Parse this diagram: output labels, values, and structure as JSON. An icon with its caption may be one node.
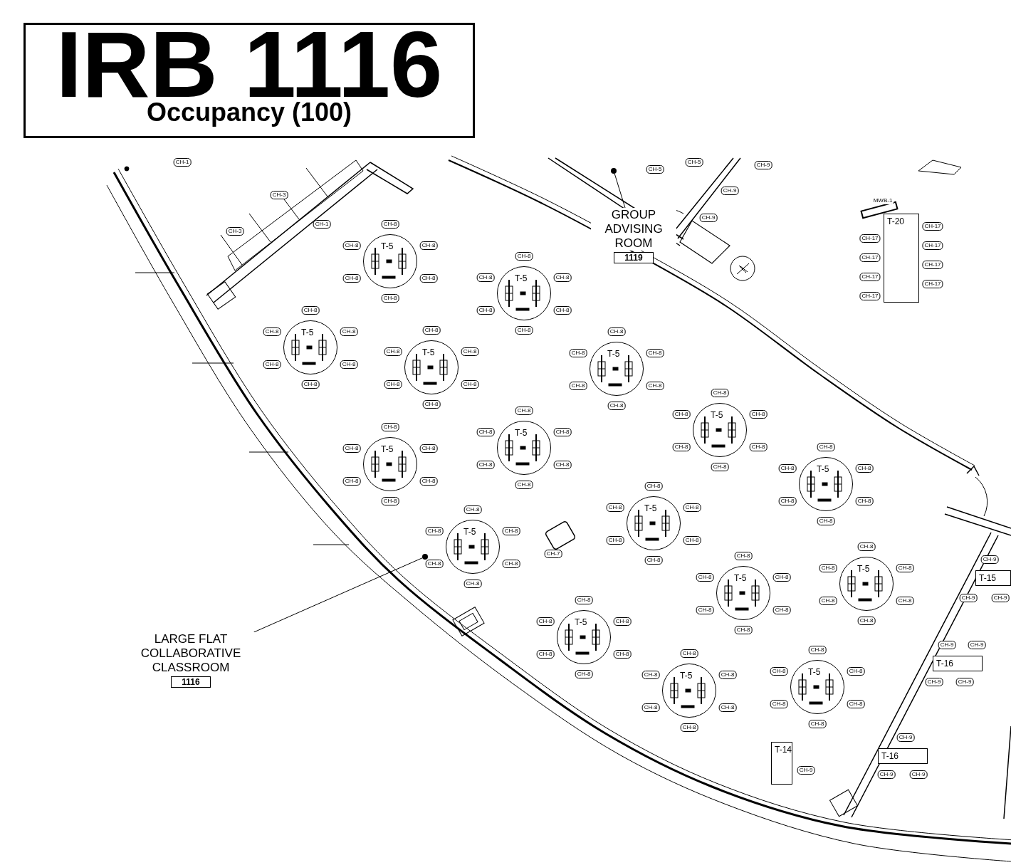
{
  "diagram": {
    "nodes": [
      {
        "text": [
          "IRB 1116",
          "Occupancy (100)"
        ]
      },
      {
        "text": [
          "GROUP ADVISING ROOM",
          "1119"
        ]
      },
      {
        "text": [],
        "shape": "circle"
      },
      {
        "text": [
          "LARGE FLAT COLLABORATIVE CLASSROOM",
          "1116"
        ]
      },
      {
        "text": [],
        "shape": "circle"
      },
      {
        "text": [
          "T-5"
        ],
        "beside": [
          "CH-8",
          "CH-8",
          "CH-8",
          "CH-8",
          "CH-8",
          "CH-8"
        ]
      },
      {
        "text": [
          "T-5"
        ],
        "beside": [
          "CH-8",
          "CH-8",
          "CH-8",
          "CH-8",
          "CH-8",
          "CH-8"
        ]
      },
      {
        "text": [
          "T-5"
        ],
        "beside": [
          "CH-8",
          "CH-8",
          "CH-8",
          "CH-8",
          "CH-8",
          "CH-8"
        ]
      },
      {
        "text": [
          "T-5"
        ],
        "beside": [
          "CH-8",
          "CH-8",
          "CH-8",
          "CH-8",
          "CH-8",
          "CH-8"
        ]
      },
      {
        "text": [
          "T-5"
        ],
        "beside": [
          "CH-8",
          "CH-8",
          "CH-8",
          "CH-8",
          "CH-8",
          "CH-8"
        ]
      },
      {
        "text": [
          "T-5"
        ],
        "beside": [
          "CH-8",
          "CH-8",
          "CH-8",
          "CH-8",
          "CH-8",
          "CH-8"
        ]
      },
      {
        "text": [
          "T-5"
        ],
        "beside": [
          "CH-8",
          "CH-8",
          "CH-8",
          "CH-8",
          "CH-8",
          "CH-8"
        ]
      },
      {
        "text": [
          "T-5"
        ],
        "beside": [
          "CH-8",
          "CH-8",
          "CH-8",
          "CH-8",
          "CH-8",
          "CH-8"
        ]
      },
      {
        "text": [
          "T-5"
        ],
        "beside": [
          "CH-8",
          "CH-8",
          "CH-8",
          "CH-8",
          "CH-8",
          "CH-8"
        ]
      },
      {
        "text": [
          "T-5"
        ],
        "beside": [
          "CH-8",
          "CH-8",
          "CH-8",
          "CH-8",
          "CH-8",
          "CH-8"
        ]
      },
      {
        "text": [
          "T-5"
        ],
        "beside": [
          "CH-8",
          "CH-8",
          "CH-8",
          "CH-8",
          "CH-8",
          "CH-8"
        ]
      },
      {
        "text": [
          "T-5"
        ],
        "beside": [
          "CH-8",
          "CH-8",
          "CH-8",
          "CH-8",
          "CH-8",
          "CH-8"
        ]
      },
      {
        "text": [
          "T-5"
        ],
        "beside": [
          "CH-8",
          "CH-8",
          "CH-8",
          "CH-8",
          "CH-8",
          "CH-8"
        ]
      },
      {
        "text": [
          "T-5"
        ],
        "beside": [
          "CH-8",
          "CH-8",
          "CH-8",
          "CH-8",
          "CH-8",
          "CH-8"
        ]
      },
      {
        "text": [
          "T-5"
        ],
        "beside": [
          "CH-8",
          "CH-8",
          "CH-8",
          "CH-8",
          "CH-8",
          "CH-8"
        ]
      },
      {
        "text": [
          "T-5"
        ],
        "beside": [
          "CH-8",
          "CH-8",
          "CH-8",
          "CH-8",
          "CH-8",
          "CH-8"
        ]
      },
      {
        "text": [
          "T-20"
        ],
        "beside": [
          "CH-17",
          "CH-17",
          "CH-17",
          "CH-17",
          "CH-17",
          "CH-17",
          "CH-17",
          "CH-17"
        ]
      },
      {
        "text": [
          "T-15"
        ],
        "beside": [
          "CH-9",
          "CH-9",
          "CH-9"
        ]
      },
      {
        "text": [
          "T-16"
        ],
        "beside": [
          "CH-9",
          "CH-9",
          "CH-9",
          "CH-9"
        ]
      },
      {
        "text": [
          "T-16"
        ],
        "beside": [
          "CH-9",
          "CH-9",
          "CH-9"
        ]
      },
      {
        "text": [
          "T-14"
        ],
        "beside": [
          "CH-9"
        ]
      }
    ],
    "edges": [
      {
        "from": 1,
        "to": 2,
        "arrow": "none"
      },
      {
        "from": 3,
        "to": 4,
        "arrow": "none"
      }
    ],
    "labels": [
      "CH-1",
      "CH-3",
      "CH-1",
      "CH-3",
      "CH-5",
      "CH-5",
      "CH-9",
      "CH-9",
      "CH-9",
      "MWB-1",
      "CH-7"
    ]
  }
}
